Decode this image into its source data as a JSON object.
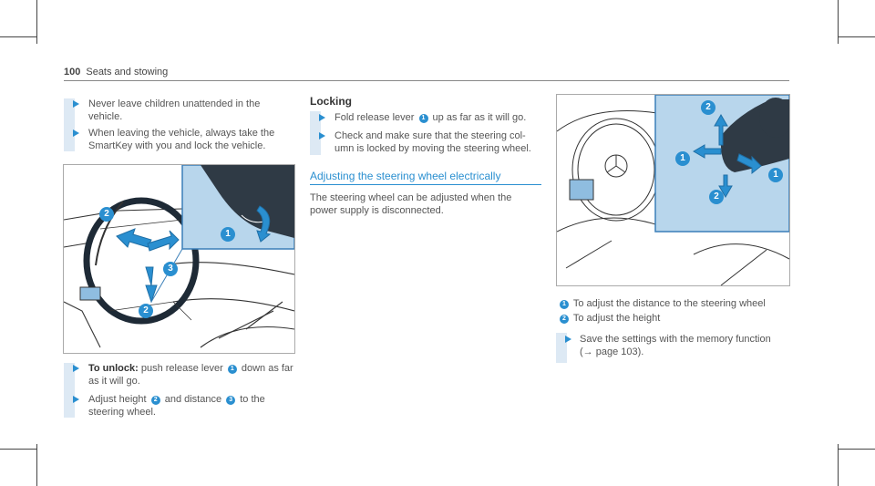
{
  "header": {
    "page_number": "100",
    "section_title": "Seats and stowing"
  },
  "left_column": {
    "bullet1": [
      "Never leave children unattended in the",
      "vehicle."
    ],
    "bullet2": [
      "When leaving the vehicle, always take the",
      "SmartKey with you and lock the vehicle."
    ],
    "figure_callouts": [
      "1",
      "2",
      "3",
      "2"
    ],
    "unlock_label": "To unlock:",
    "unlock_text_a": " push release lever ",
    "unlock_num": "1",
    "unlock_text_b": " down as far",
    "unlock_text_c": "as it will go.",
    "adjust_text_a": "Adjust height ",
    "adjust_num_a": "2",
    "adjust_text_b": " and distance ",
    "adjust_num_b": "3",
    "adjust_text_c": " to the",
    "adjust_text_d": "steering wheel."
  },
  "middle_column": {
    "locking_heading": "Locking",
    "fold_text_a": "Fold release lever ",
    "fold_num": "1",
    "fold_text_b": " up as far as it will go.",
    "check_lines": [
      "Check and make sure that the steering col-",
      "umn is locked by moving the steering wheel."
    ],
    "subheading": "Adjusting the steering wheel electrically",
    "para_lines": [
      "The steering wheel can be adjusted when the",
      "power supply is disconnected."
    ]
  },
  "right_column": {
    "figure_callouts": [
      "2",
      "1",
      "1",
      "2"
    ],
    "legend": [
      {
        "num": "1",
        "text": "To adjust the distance to the steering wheel"
      },
      {
        "num": "2",
        "text": "To adjust the height"
      }
    ],
    "save_line1": "Save the settings with the memory function",
    "save_line2": "(→ page 103)."
  },
  "colors": {
    "accent": "#2a8fd0",
    "highlight_bar": "#dde9f4",
    "inset_bg": "#b8d6ec"
  }
}
